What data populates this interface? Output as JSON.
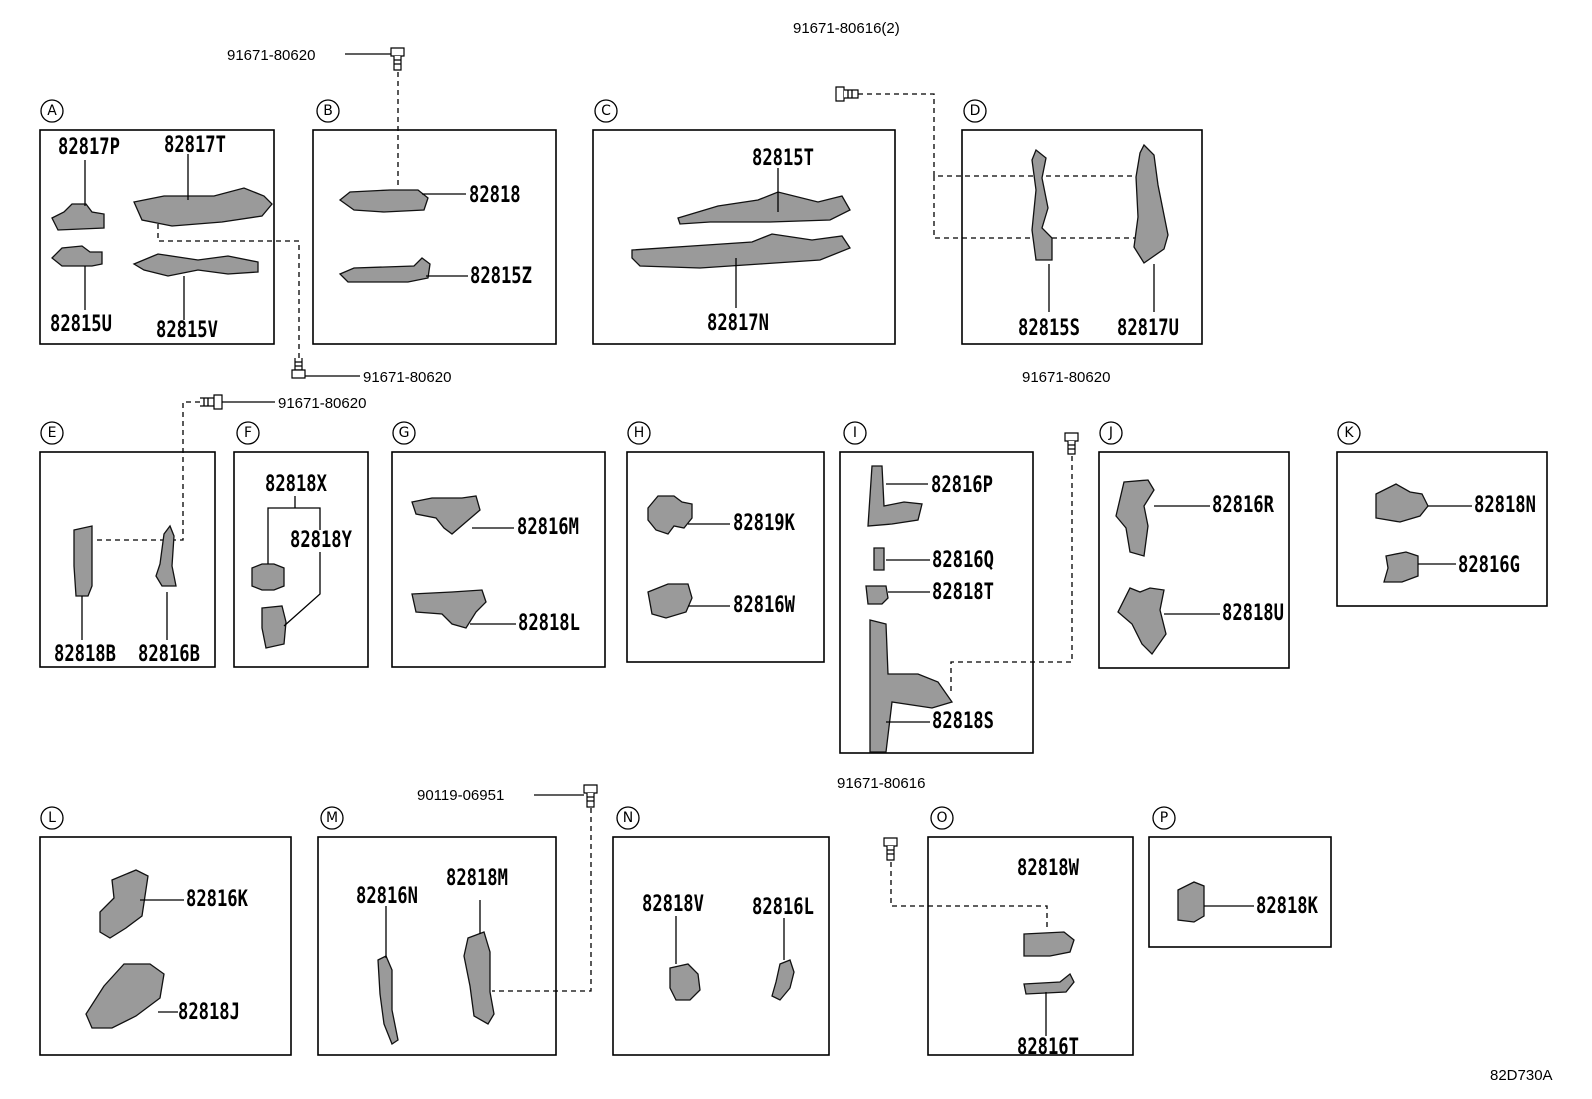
{
  "figure_code": "82D730A",
  "sections": {
    "A": {
      "letter": "A",
      "parts": [
        "82817P",
        "82817T",
        "82815U",
        "82815V"
      ]
    },
    "B": {
      "letter": "B",
      "parts": [
        "82818",
        "82815Z"
      ]
    },
    "C": {
      "letter": "C",
      "parts": [
        "82815T",
        "82817N"
      ]
    },
    "D": {
      "letter": "D",
      "parts": [
        "82815S",
        "82817U"
      ]
    },
    "E": {
      "letter": "E",
      "parts": [
        "82818B",
        "82816B"
      ]
    },
    "F": {
      "letter": "F",
      "parts": [
        "82818X",
        "82818Y"
      ]
    },
    "G": {
      "letter": "G",
      "parts": [
        "82816M",
        "82818L"
      ]
    },
    "H": {
      "letter": "H",
      "parts": [
        "82819K",
        "82816W"
      ]
    },
    "I": {
      "letter": "I",
      "parts": [
        "82816P",
        "82816Q",
        "82818T",
        "82818S"
      ]
    },
    "J": {
      "letter": "J",
      "parts": [
        "82816R",
        "82818U"
      ]
    },
    "K": {
      "letter": "K",
      "parts": [
        "82818N",
        "82816G"
      ]
    },
    "L": {
      "letter": "L",
      "parts": [
        "82816K",
        "82818J"
      ]
    },
    "M": {
      "letter": "M",
      "parts": [
        "82816N",
        "82818M"
      ]
    },
    "N": {
      "letter": "N",
      "parts": [
        "82818V",
        "82816L"
      ]
    },
    "O": {
      "letter": "O",
      "parts": [
        "82818W",
        "82816T"
      ]
    },
    "P": {
      "letter": "P",
      "parts": [
        "82818K"
      ]
    }
  },
  "fasteners": {
    "b_top": "91671-80620",
    "d_top": "91671-80616(2)",
    "a_right": "91671-80620",
    "e_top": "91671-80620",
    "j_top": "91671-80620",
    "m_top": "90119-06951",
    "o_top": "91671-80616"
  }
}
